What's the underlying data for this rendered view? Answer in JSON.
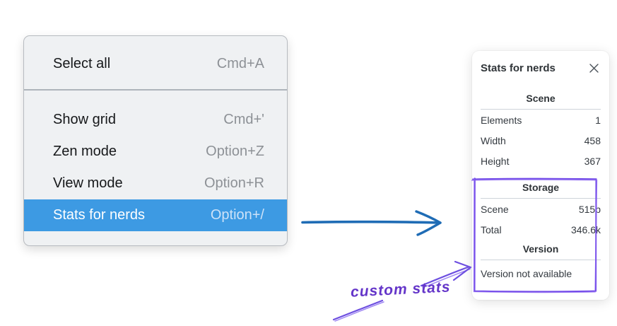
{
  "menu": {
    "items": [
      {
        "label": "Select all",
        "shortcut": "Cmd+A",
        "selected": false
      },
      {
        "label": "Show grid",
        "shortcut": "Cmd+'",
        "selected": false
      },
      {
        "label": "Zen mode",
        "shortcut": "Option+Z",
        "selected": false
      },
      {
        "label": "View mode",
        "shortcut": "Option+R",
        "selected": false
      },
      {
        "label": "Stats for nerds",
        "shortcut": "Option+/",
        "selected": true
      }
    ]
  },
  "panel": {
    "title": "Stats for nerds",
    "sections": [
      {
        "title": "Scene",
        "rows": [
          {
            "label": "Elements",
            "value": "1"
          },
          {
            "label": "Width",
            "value": "458"
          },
          {
            "label": "Height",
            "value": "367"
          }
        ]
      },
      {
        "title": "Storage",
        "rows": [
          {
            "label": "Scene",
            "value": "515b"
          },
          {
            "label": "Total",
            "value": "346.6k"
          }
        ]
      },
      {
        "title": "Version",
        "note": "Version not available"
      }
    ]
  },
  "annotation": {
    "label": "custom stats"
  },
  "colors": {
    "menu_highlight": "#3d9ae3",
    "menu_background": "#eff1f3",
    "arrow_blue": "#1f6cb5",
    "annotation_purple": "#7048e8",
    "annotation_text_purple": "#6435c9",
    "panel_text": "#343a40"
  }
}
